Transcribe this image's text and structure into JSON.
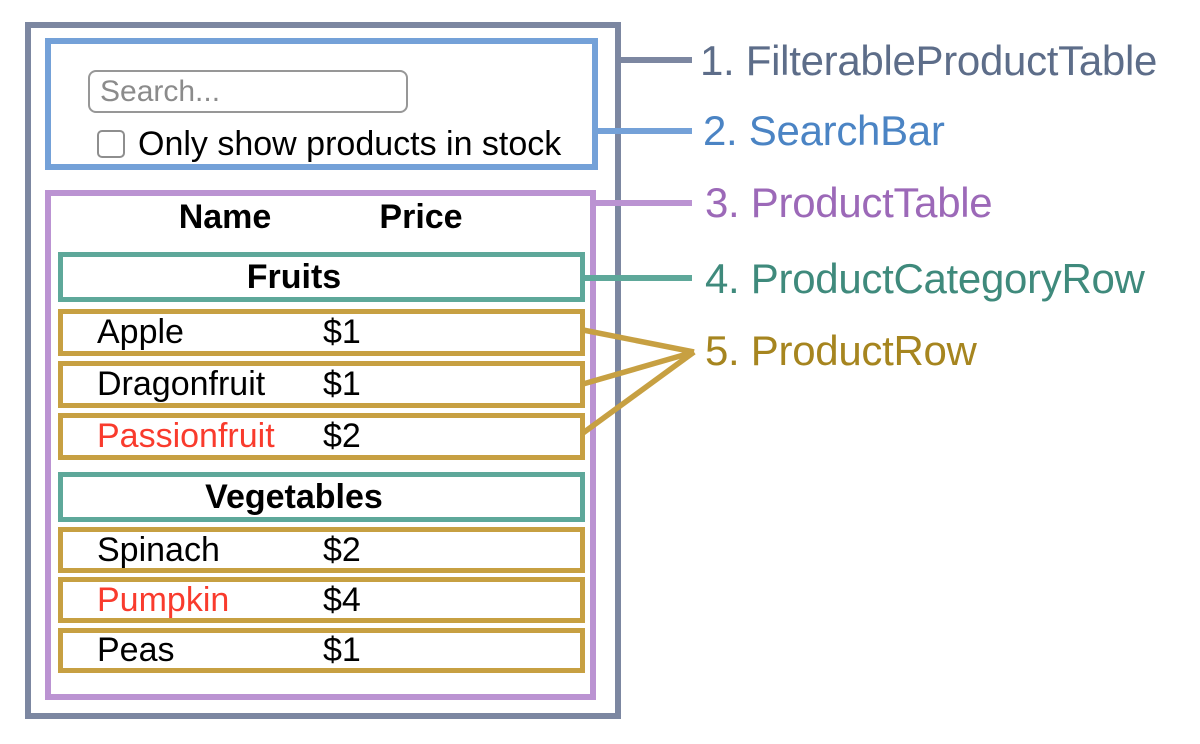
{
  "colors": {
    "filterable_product_table": "#7c87a1",
    "search_bar": "#74a1d8",
    "product_table": "#bb93d2",
    "product_category_row": "#5ea89a",
    "product_row": "#c7a042",
    "out_of_stock_text": "#f93b2d"
  },
  "search_bar": {
    "search_placeholder": "Search...",
    "checkbox_label": "Only show products in stock",
    "checkbox_checked": false
  },
  "product_table": {
    "name_header": "Name",
    "price_header": "Price",
    "sections": [
      {
        "category": "Fruits",
        "rows": [
          {
            "name": "Apple",
            "price": "$1",
            "out_of_stock": false
          },
          {
            "name": "Dragonfruit",
            "price": "$1",
            "out_of_stock": false
          },
          {
            "name": "Passionfruit",
            "price": "$2",
            "out_of_stock": true
          }
        ]
      },
      {
        "category": "Vegetables",
        "rows": [
          {
            "name": "Spinach",
            "price": "$2",
            "out_of_stock": false
          },
          {
            "name": "Pumpkin",
            "price": "$4",
            "out_of_stock": true
          },
          {
            "name": "Peas",
            "price": "$1",
            "out_of_stock": false
          }
        ]
      }
    ]
  },
  "legend": {
    "items": [
      {
        "label": "1. FilterableProductTable"
      },
      {
        "label": "2. SearchBar"
      },
      {
        "label": "3. ProductTable"
      },
      {
        "label": "4. ProductCategoryRow"
      },
      {
        "label": "5. ProductRow"
      }
    ]
  }
}
